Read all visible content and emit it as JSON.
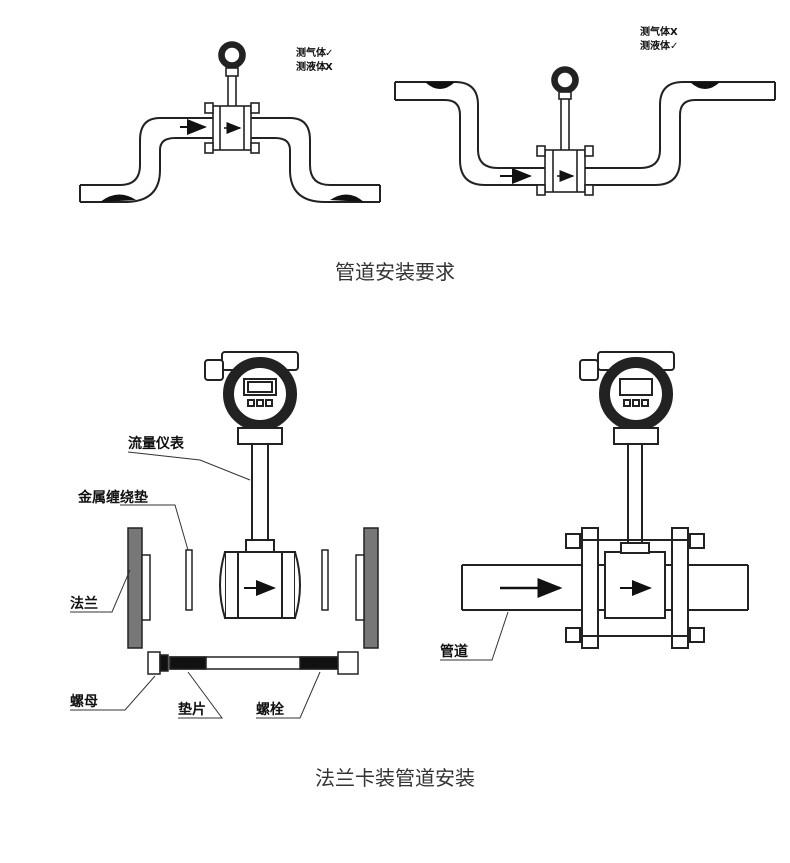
{
  "figure1": {
    "caption": "管道安装要求",
    "left_note": {
      "gas": "测气体",
      "liquid": "测液体",
      "gas_mark": "✓",
      "liquid_mark": "X"
    },
    "right_note": {
      "gas": "测气体",
      "liquid": "测液体",
      "gas_mark": "X",
      "liquid_mark": "✓"
    }
  },
  "figure2": {
    "caption": "法兰卡装管道安装",
    "labels": {
      "flowmeter": "流量仪表",
      "gasket": "金属缠绕垫",
      "flange": "法兰",
      "nut": "螺母",
      "washer": "垫片",
      "bolt": "螺栓",
      "pipe": "管道"
    }
  }
}
